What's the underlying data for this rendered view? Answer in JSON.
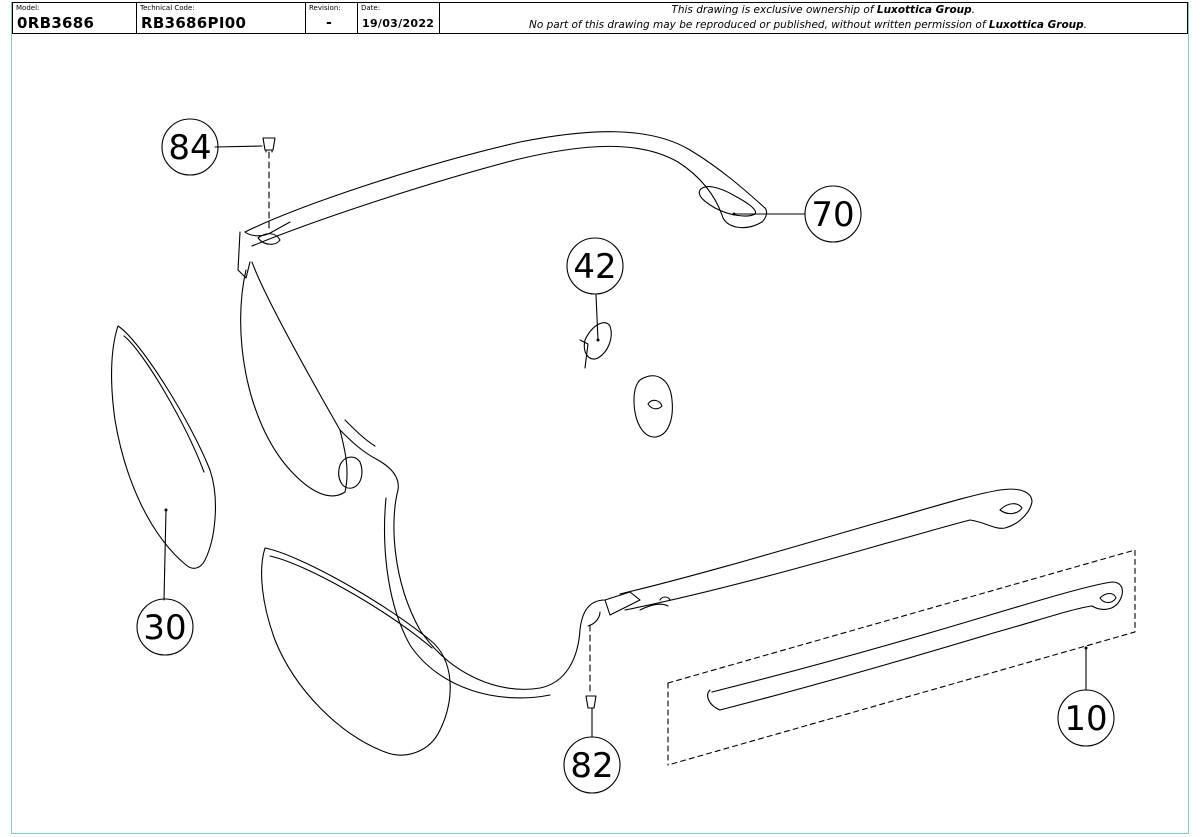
{
  "title_block": {
    "model_label": "Model:",
    "model_value": "0RB3686",
    "code_label": "Technical Code:",
    "code_value": "RB3686PI00",
    "revision_label": "Revision:",
    "revision_value": "-",
    "date_label": "Date:",
    "date_value": "19/03/2022",
    "notice_line1_prefix": "This drawing is exclusive ownership of ",
    "notice_line1_company": "Luxottica Group",
    "notice_line1_suffix": ".",
    "notice_line2_prefix": "No part of this drawing may be reproduced or published, without written permission of ",
    "notice_line2_company": "Luxottica Group",
    "notice_line2_suffix": "."
  },
  "callouts": [
    {
      "id": "84",
      "label": "84"
    },
    {
      "id": "70",
      "label": "70"
    },
    {
      "id": "42",
      "label": "42"
    },
    {
      "id": "30",
      "label": "30"
    },
    {
      "id": "82",
      "label": "82"
    },
    {
      "id": "10",
      "label": "10"
    }
  ],
  "colors": {
    "sheet_border": "#7fd3c6",
    "line": "#000000"
  }
}
